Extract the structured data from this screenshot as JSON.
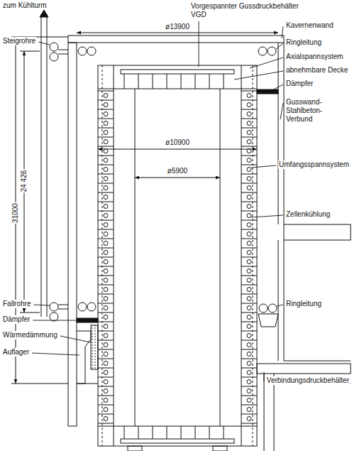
{
  "diagram": {
    "labels": [
      "zum Kühlturm",
      "Vorgespannter Gussdruckbehälter VGD",
      "ø13900",
      "Kavernenwand",
      "Steigrohre",
      "Ringleitung",
      "Axialspannsystem",
      "abnehmbare Decke",
      "Dämpfer",
      "Gusswand- Stahlbeton- Verbund",
      "ø10900",
      "ø5900",
      "Umfangsspannsystem",
      "31000",
      "24 426",
      "Zellenkühlung",
      "Fallrohre",
      "Ringleitung",
      "Dämpfer",
      "Wärmedämmung",
      "Auflager",
      "Verbindungsdruckbehälter"
    ]
  }
}
